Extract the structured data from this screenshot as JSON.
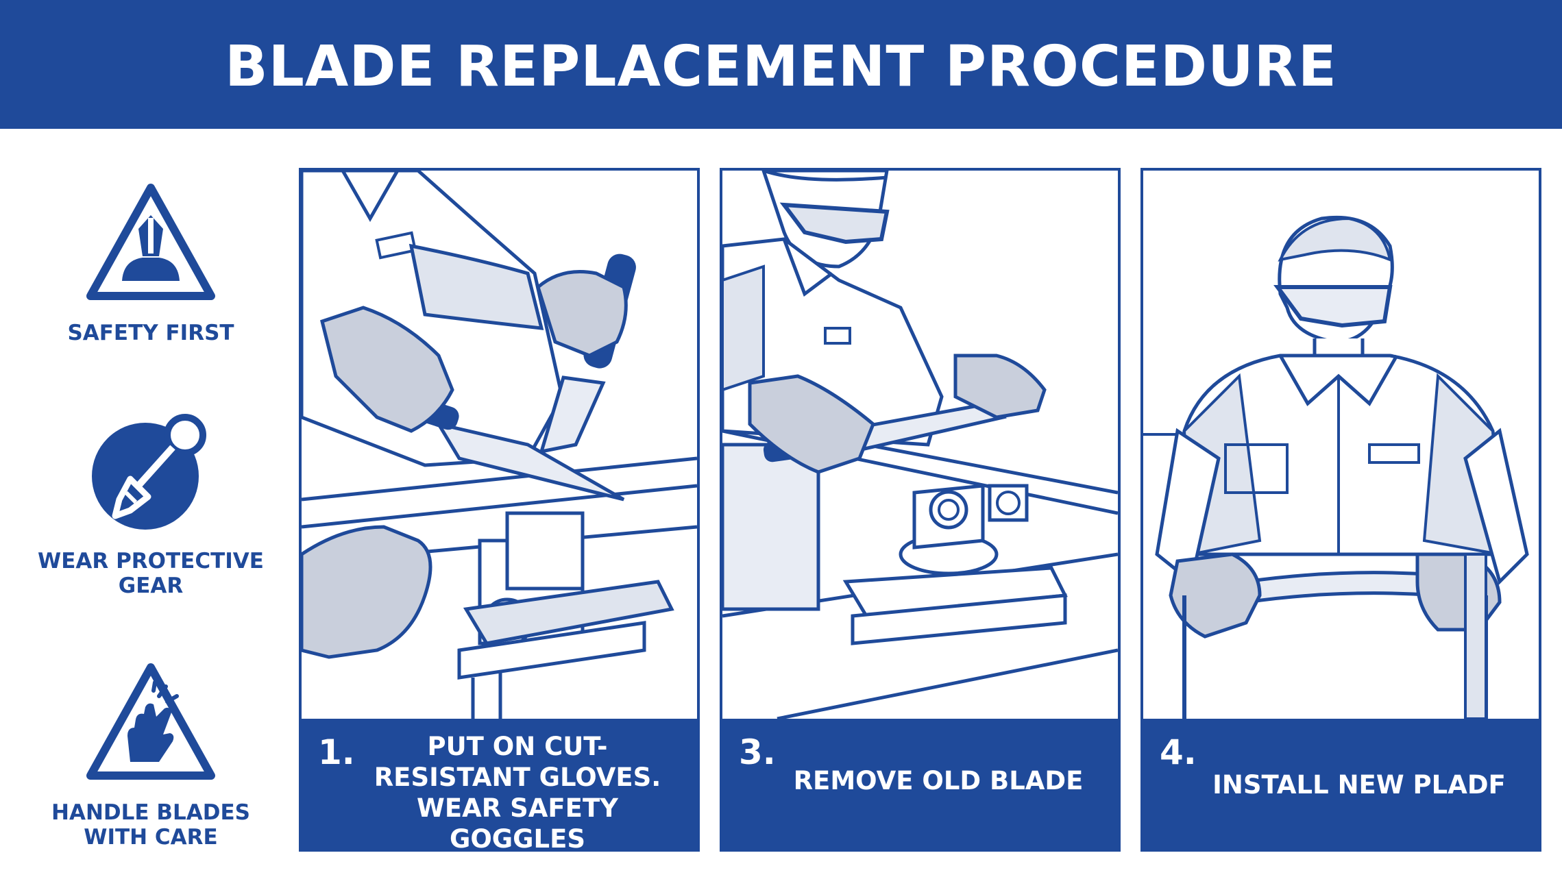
{
  "header": {
    "title": "BLADE REPLACEMENT PROCEDURE"
  },
  "sidebar": {
    "items": [
      {
        "label": "SAFETY FIRST",
        "icon": "safety-warning-triangle-icon"
      },
      {
        "label": "WEAR PROTECTIVE GEAR",
        "icon": "protective-gear-circle-icon"
      },
      {
        "label": "HANDLE BLADES WITH CARE",
        "icon": "hand-caution-triangle-icon"
      }
    ]
  },
  "steps": [
    {
      "number": "1.",
      "text": "PUT ON CUT-RESISTANT GLOVES. WEAR SAFETY GOGGLES",
      "illustration": "gloved-hands-holding-knives"
    },
    {
      "number": "3.",
      "text": "REMOVE OLD BLADE",
      "illustration": "worker-removing-blade"
    },
    {
      "number": "4.",
      "text": "INSTALL NEW PLADF",
      "illustration": "worker-holding-new-blade"
    }
  ],
  "colors": {
    "brand_blue": "#1f4a9a",
    "background": "#ffffff",
    "glove_gray": "#c9cfdc"
  }
}
